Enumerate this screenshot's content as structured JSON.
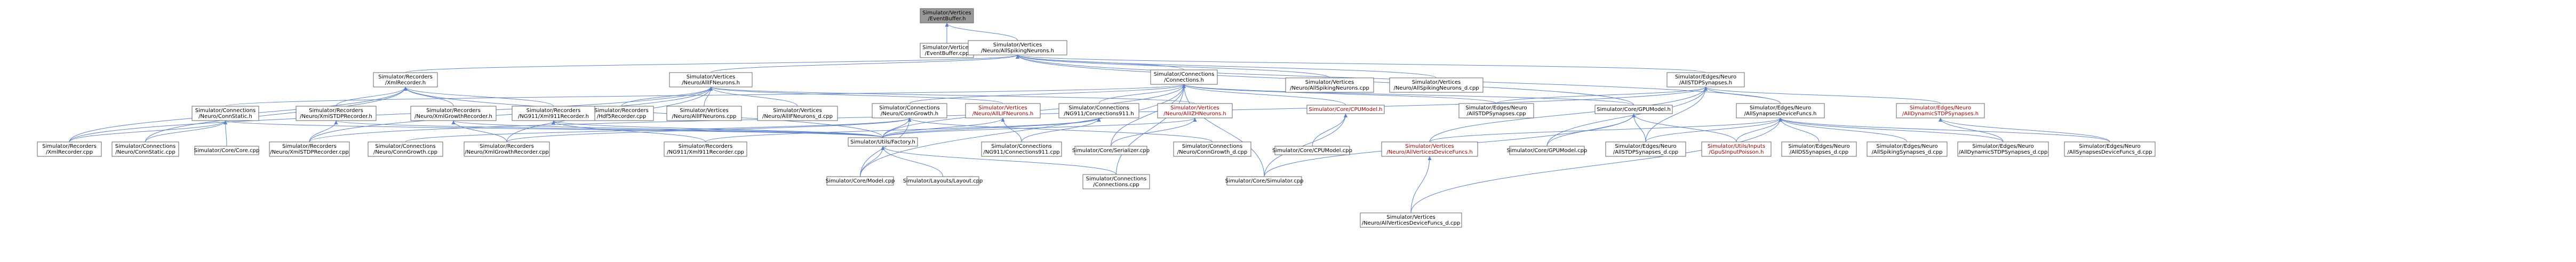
{
  "colors": {
    "node_fill": "#ffffff",
    "node_stroke": "#666666",
    "root_fill": "#999999",
    "edge": "#5e83c9",
    "highlight_text": "#a40000",
    "highlight_stroke": "#a40000"
  },
  "nodes": [
    {
      "id": "eventbuffer_h",
      "lines": [
        "Simulator/Vertices",
        "/EventBuffer.h"
      ],
      "root": true
    },
    {
      "id": "eventbuffer_cpp",
      "lines": [
        "Simulator/Vertices",
        "/EventBuffer.cpp"
      ]
    },
    {
      "id": "allspiking_h",
      "lines": [
        "Simulator/Vertices",
        "/Neuro/AllSpikingNeurons.h"
      ]
    },
    {
      "id": "xmlrecorder_h",
      "lines": [
        "Simulator/Recorders",
        "/XmlRecorder.h"
      ]
    },
    {
      "id": "allifneurons_h",
      "lines": [
        "Simulator/Vertices",
        "/Neuro/AllIFNeurons.h"
      ]
    },
    {
      "id": "connections_h",
      "lines": [
        "Simulator/Connections",
        "/Connections.h"
      ]
    },
    {
      "id": "allspiking_cpp",
      "lines": [
        "Simulator/Vertices",
        "/Neuro/AllSpikingNeurons.cpp"
      ]
    },
    {
      "id": "allspiking_d_cpp",
      "lines": [
        "Simulator/Vertices",
        "/Neuro/AllSpikingNeurons_d.cpp"
      ]
    },
    {
      "id": "allstdp_h",
      "lines": [
        "Simulator/Edges/Neuro",
        "/AllSTDPSynapses.h"
      ]
    },
    {
      "id": "connstatic_h",
      "lines": [
        "Simulator/Connections",
        "/Neuro/ConnStatic.h"
      ]
    },
    {
      "id": "xmlstdprec_h",
      "lines": [
        "Simulator/Recorders",
        "/Neuro/XmlSTDPRecorder.h"
      ]
    },
    {
      "id": "xmlgrowthrec_h",
      "lines": [
        "Simulator/Recorders",
        "/Neuro/XmlGrowthRecorder.h"
      ]
    },
    {
      "id": "hdf5rec_h",
      "lines": [
        "Simulator/Recorders",
        "/Hdf5Recorder.cpp"
      ]
    },
    {
      "id": "allifneurons_cpp",
      "lines": [
        "Simulator/Vertices",
        "/Neuro/AllIFNeurons.cpp"
      ]
    },
    {
      "id": "allifneurons_d_cpp",
      "lines": [
        "Simulator/Vertices",
        "/Neuro/AllIFNeurons_d.cpp"
      ]
    },
    {
      "id": "ng911rec_h",
      "lines": [
        "Simulator/Recorders",
        "/NG911/Xml911Recorder.h"
      ]
    },
    {
      "id": "conngrowth_h",
      "lines": [
        "Simulator/Connections",
        "/Neuro/ConnGrowth.h"
      ]
    },
    {
      "id": "alllif_h",
      "lines": [
        "Simulator/Vertices",
        "/Neuro/AllLIFNeurons.h"
      ],
      "highlight": true
    },
    {
      "id": "conn911_h",
      "lines": [
        "Simulator/Connections",
        "/NG911/Connections911.h"
      ]
    },
    {
      "id": "allizh_h",
      "lines": [
        "Simulator/Vertices",
        "/Neuro/AllIZHNeurons.h"
      ],
      "highlight": true
    },
    {
      "id": "cpumodel_h",
      "lines": [
        "Simulator/Core/CPUModel.h"
      ],
      "single": true,
      "highlight": true
    },
    {
      "id": "allstdp_cpp",
      "lines": [
        "Simulator/Edges/Neuro",
        "/AllSTDPSynapses.cpp"
      ]
    },
    {
      "id": "gpumodel_h",
      "lines": [
        "Simulator/Core/GPUModel.h"
      ],
      "single": true
    },
    {
      "id": "allsynapsesdev_h",
      "lines": [
        "Simulator/Edges/Neuro",
        "/AllSynapsesDeviceFuncs.h"
      ]
    },
    {
      "id": "alldynstdp_h",
      "lines": [
        "Simulator/Edges/Neuro",
        "/AllDynamicSTDPSynapses.h"
      ],
      "highlight": true
    },
    {
      "id": "xmlrecorder_cpp",
      "lines": [
        "Simulator/Recorders",
        "/XmlRecorder.cpp"
      ]
    },
    {
      "id": "connstatic_cpp",
      "lines": [
        "Simulator/Connections",
        "/Neuro/ConnStatic.cpp"
      ]
    },
    {
      "id": "core_cpp",
      "lines": [
        "Simulator/Core/Core.cpp"
      ],
      "single": true
    },
    {
      "id": "xmlstdprec_cpp",
      "lines": [
        "Simulator/Recorders",
        "/Neuro/XmlSTDPRecorder.cpp"
      ]
    },
    {
      "id": "conngrowth_cpp",
      "lines": [
        "Simulator/Connections",
        "/Neuro/ConnGrowth.cpp"
      ]
    },
    {
      "id": "xmlgrowthrec_cpp",
      "lines": [
        "Simulator/Recorders",
        "/Neuro/XmlGrowthRecorder.cpp"
      ]
    },
    {
      "id": "ng911rec_cpp",
      "lines": [
        "Simulator/Recorders",
        "/NG911/Xml911Recorder.cpp"
      ]
    },
    {
      "id": "factory_h",
      "lines": [
        "Simulator/Utils/Factory.h"
      ],
      "single": true
    },
    {
      "id": "conn911_cpp",
      "lines": [
        "Simulator/Connections",
        "/NG911/Connections911.cpp"
      ]
    },
    {
      "id": "serializer_cpp",
      "lines": [
        "Simulator/Core/Serializer.cpp"
      ],
      "single": true
    },
    {
      "id": "conngrowth_d_cpp",
      "lines": [
        "Simulator/Connections",
        "/Neuro/ConnGrowth_d.cpp"
      ]
    },
    {
      "id": "cpumodel_cpp",
      "lines": [
        "Simulator/Core/CPUModel.cpp"
      ],
      "single": true
    },
    {
      "id": "allverticesdev_h",
      "lines": [
        "Simulator/Vertices",
        "/Neuro/AllVerticesDeviceFuncs.h"
      ],
      "highlight": true
    },
    {
      "id": "gpumodel_cpp",
      "lines": [
        "Simulator/Core/GPUModel.cpp"
      ],
      "single": true
    },
    {
      "id": "allstdp_d_cpp",
      "lines": [
        "Simulator/Edges/Neuro",
        "/AllSTDPSynapses_d.cpp"
      ]
    },
    {
      "id": "gpu_poisson",
      "lines": [
        "Simulator/Utils/Inputs",
        "/GpuSInputPoisson.h"
      ],
      "highlight": true
    },
    {
      "id": "allds_d_cpp",
      "lines": [
        "Simulator/Edges/Neuro",
        "/AllDSSynapses_d.cpp"
      ]
    },
    {
      "id": "allspikingsyn_d_cpp",
      "lines": [
        "Simulator/Edges/Neuro",
        "/AllSpikingSynapses_d.cpp"
      ]
    },
    {
      "id": "alldynstdp_d_cpp",
      "lines": [
        "Simulator/Edges/Neuro",
        "/AllDynamicSTDPSynapses_d.cpp"
      ]
    },
    {
      "id": "allsynapsesdev_d_cpp",
      "lines": [
        "Simulator/Edges/Neuro",
        "/AllSynapsesDeviceFuncs_d.cpp"
      ]
    },
    {
      "id": "model_cpp",
      "lines": [
        "Simulator/Core/Model.cpp"
      ],
      "single": true
    },
    {
      "id": "layout_cpp",
      "lines": [
        "Simulator/Layouts/Layout.cpp"
      ],
      "single": true
    },
    {
      "id": "connections_cpp",
      "lines": [
        "Simulator/Connections",
        "/Connections.cpp"
      ]
    },
    {
      "id": "simulator_cpp",
      "lines": [
        "Simulator/Core/Simulator.cpp"
      ],
      "single": true
    },
    {
      "id": "allverticesdev_d_cpp",
      "lines": [
        "Simulator/Vertices",
        "/Neuro/AllVerticesDeviceFuncs_d.cpp"
      ]
    }
  ],
  "edges": [
    [
      "eventbuffer_h",
      "eventbuffer_cpp"
    ],
    [
      "eventbuffer_h",
      "allspiking_h"
    ],
    [
      "allspiking_h",
      "xmlrecorder_h"
    ],
    [
      "allspiking_h",
      "allifneurons_h"
    ],
    [
      "allspiking_h",
      "connections_h"
    ],
    [
      "allspiking_h",
      "allspiking_cpp"
    ],
    [
      "allspiking_h",
      "allspiking_d_cpp"
    ],
    [
      "allspiking_h",
      "allstdp_h"
    ],
    [
      "allspiking_h",
      "gpumodel_h"
    ],
    [
      "allspiking_h",
      "allsynapsesdev_h"
    ],
    [
      "xmlrecorder_h",
      "xmlstdprec_h"
    ],
    [
      "xmlrecorder_h",
      "xmlgrowthrec_h"
    ],
    [
      "xmlrecorder_h",
      "ng911rec_h"
    ],
    [
      "xmlrecorder_h",
      "xmlrecorder_cpp"
    ],
    [
      "xmlrecorder_h",
      "connstatic_cpp"
    ],
    [
      "xmlrecorder_h",
      "factory_h"
    ],
    [
      "allifneurons_h",
      "allifneurons_cpp"
    ],
    [
      "allifneurons_h",
      "allifneurons_d_cpp"
    ],
    [
      "allifneurons_h",
      "alllif_h"
    ],
    [
      "allifneurons_h",
      "allizh_h"
    ],
    [
      "allifneurons_h",
      "hdf5rec_h"
    ],
    [
      "allifneurons_h",
      "xmlrecorder_cpp"
    ],
    [
      "allifneurons_h",
      "xmlgrowthrec_cpp"
    ],
    [
      "allifneurons_h",
      "xmlstdprec_cpp"
    ],
    [
      "connections_h",
      "connstatic_h"
    ],
    [
      "connections_h",
      "conngrowth_h"
    ],
    [
      "connections_h",
      "conn911_h"
    ],
    [
      "connections_h",
      "factory_h"
    ],
    [
      "connections_h",
      "connections_cpp"
    ],
    [
      "connections_h",
      "cpumodel_h"
    ],
    [
      "connections_h",
      "gpumodel_h"
    ],
    [
      "connections_h",
      "model_cpp"
    ],
    [
      "connections_h",
      "serializer_cpp"
    ],
    [
      "connections_h",
      "allstdp_cpp"
    ],
    [
      "connections_h",
      "simulator_cpp"
    ],
    [
      "allstdp_h",
      "allstdp_cpp"
    ],
    [
      "allstdp_h",
      "allstdp_d_cpp"
    ],
    [
      "allstdp_h",
      "alldynstdp_h"
    ],
    [
      "allstdp_h",
      "allsynapsesdev_h"
    ],
    [
      "allstdp_h",
      "xmlstdprec_cpp"
    ],
    [
      "allstdp_h",
      "allverticesdev_h"
    ],
    [
      "allstdp_h",
      "gpumodel_cpp"
    ],
    [
      "connstatic_h",
      "connstatic_cpp"
    ],
    [
      "connstatic_h",
      "core_cpp"
    ],
    [
      "connstatic_h",
      "factory_h"
    ],
    [
      "connstatic_h",
      "xmlrecorder_cpp"
    ],
    [
      "xmlstdprec_h",
      "xmlstdprec_cpp"
    ],
    [
      "xmlstdprec_h",
      "factory_h"
    ],
    [
      "xmlgrowthrec_h",
      "xmlgrowthrec_cpp"
    ],
    [
      "xmlgrowthrec_h",
      "factory_h"
    ],
    [
      "ng911rec_h",
      "ng911rec_cpp"
    ],
    [
      "ng911rec_h",
      "factory_h"
    ],
    [
      "conngrowth_h",
      "conngrowth_cpp"
    ],
    [
      "conngrowth_h",
      "conngrowth_d_cpp"
    ],
    [
      "conngrowth_h",
      "factory_h"
    ],
    [
      "conngrowth_h",
      "xmlgrowthrec_cpp"
    ],
    [
      "conngrowth_h",
      "model_cpp"
    ],
    [
      "alllif_h",
      "factory_h"
    ],
    [
      "alllif_h",
      "conn911_cpp"
    ],
    [
      "conn911_h",
      "conn911_cpp"
    ],
    [
      "conn911_h",
      "ng911rec_cpp"
    ],
    [
      "conn911_h",
      "factory_h"
    ],
    [
      "allizh_h",
      "factory_h"
    ],
    [
      "allizh_h",
      "serializer_cpp"
    ],
    [
      "cpumodel_h",
      "cpumodel_cpp"
    ],
    [
      "cpumodel_h",
      "simulator_cpp"
    ],
    [
      "gpumodel_h",
      "gpumodel_cpp"
    ],
    [
      "gpumodel_h",
      "allstdp_d_cpp"
    ],
    [
      "gpumodel_h",
      "gpu_poisson"
    ],
    [
      "gpumodel_h",
      "simulator_cpp"
    ],
    [
      "allsynapsesdev_h",
      "allverticesdev_h"
    ],
    [
      "allsynapsesdev_h",
      "allstdp_d_cpp"
    ],
    [
      "allsynapsesdev_h",
      "gpu_poisson"
    ],
    [
      "allsynapsesdev_h",
      "allds_d_cpp"
    ],
    [
      "allsynapsesdev_h",
      "allspikingsyn_d_cpp"
    ],
    [
      "allsynapsesdev_h",
      "alldynstdp_d_cpp"
    ],
    [
      "allsynapsesdev_h",
      "allsynapsesdev_d_cpp"
    ],
    [
      "allsynapsesdev_h",
      "allverticesdev_d_cpp"
    ],
    [
      "alldynstdp_h",
      "alldynstdp_d_cpp"
    ],
    [
      "alldynstdp_h",
      "allsynapsesdev_d_cpp"
    ],
    [
      "allverticesdev_h",
      "allverticesdev_d_cpp"
    ],
    [
      "factory_h",
      "model_cpp"
    ],
    [
      "factory_h",
      "layout_cpp"
    ],
    [
      "factory_h",
      "connections_cpp"
    ]
  ]
}
